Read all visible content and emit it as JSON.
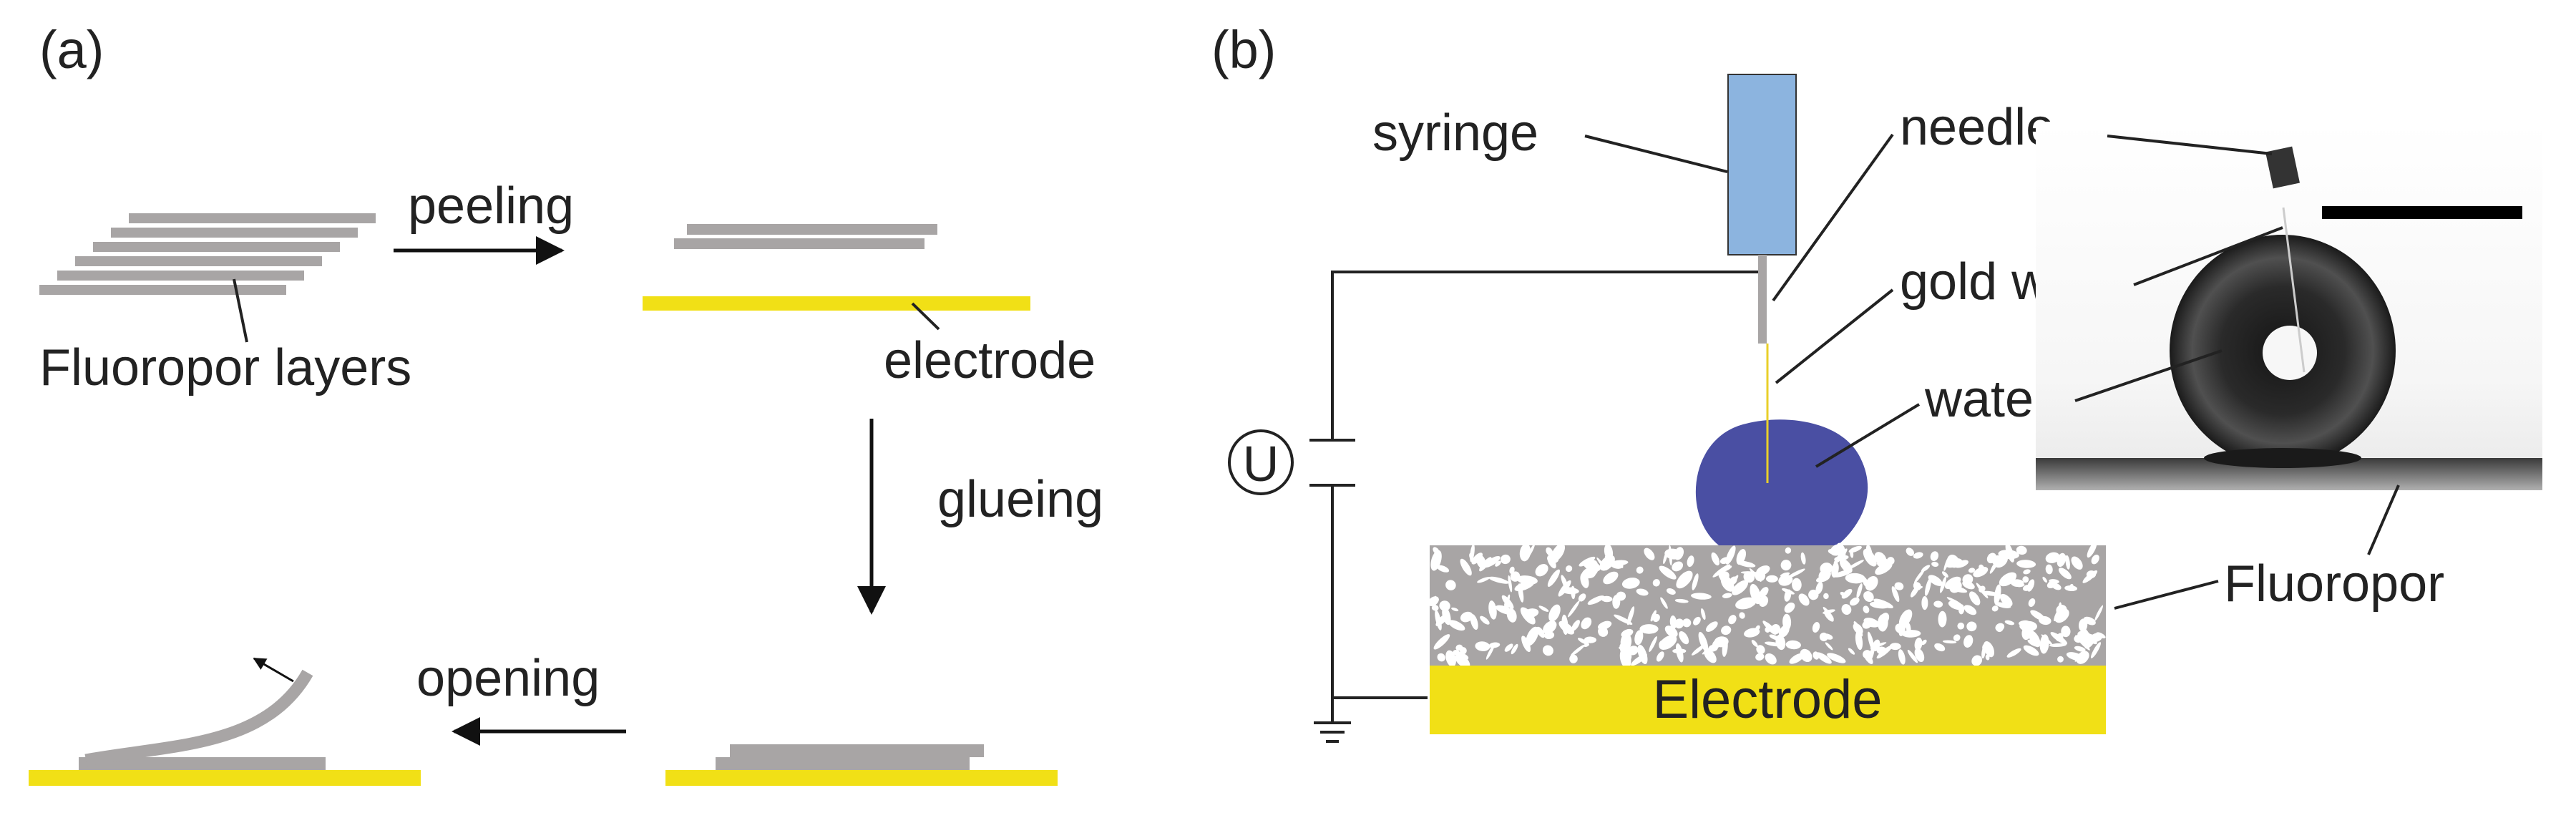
{
  "panel_a": {
    "label": "(a)",
    "peeling": "peeling",
    "fluoropor_layers": "Fluoropor layers",
    "electrode": "electrode",
    "glueing": "glueing",
    "opening": "opening"
  },
  "panel_b": {
    "label": "(b)",
    "syringe": "syringe",
    "needle": "needle",
    "gold_wire": "gold wire",
    "water": "water",
    "fluoropor": "Fluoropor",
    "electrode": "Electrode",
    "voltage_symbol": "U"
  },
  "colors": {
    "layer_gray": "#a8a5a5",
    "electrode_yellow": "#f1e016",
    "syringe_blue": "#8cb4df",
    "droplet_blue": "#4a4fa3",
    "line": "#222222"
  }
}
